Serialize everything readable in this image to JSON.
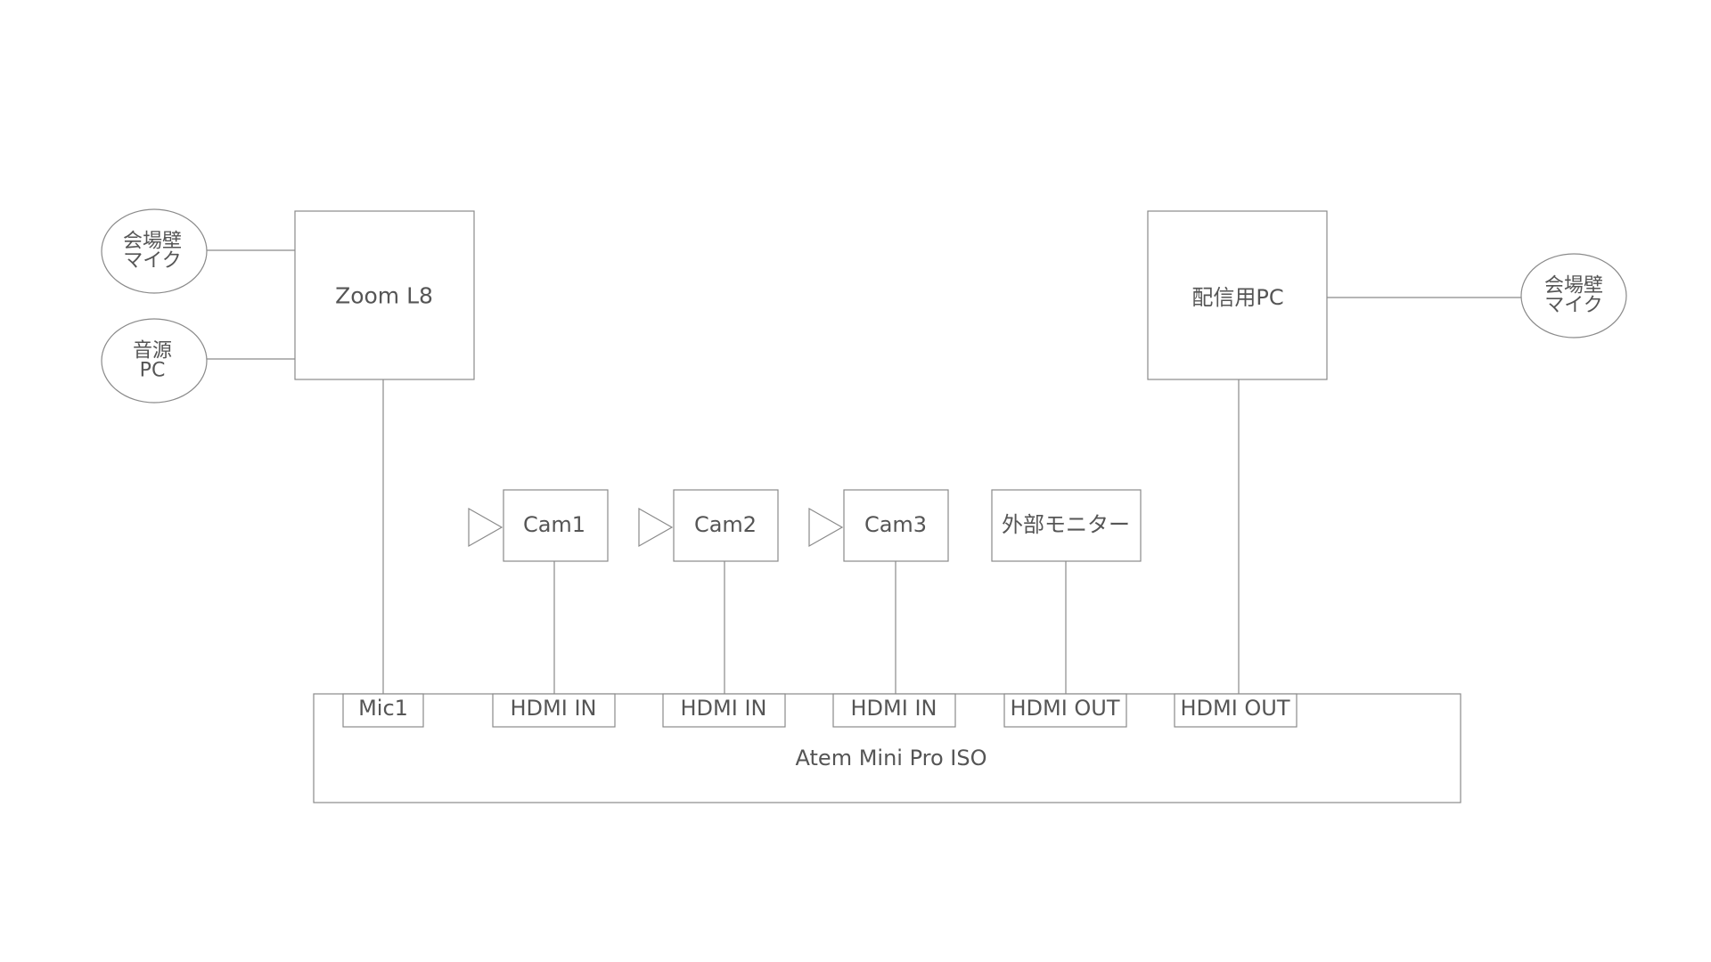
{
  "devices": {
    "mic_left": {
      "line1": "会場壁",
      "line2": "マイク"
    },
    "audio_pc": {
      "line1": "音源",
      "line2": "PC"
    },
    "zoom": "Zoom L8",
    "stream_pc": "配信用PC",
    "mic_right": {
      "line1": "会場壁",
      "line2": "マイク"
    },
    "cam1": "Cam1",
    "cam2": "Cam2",
    "cam3": "Cam3",
    "monitor": "外部モニター",
    "atem": "Atem Mini Pro ISO"
  },
  "ports": {
    "mic1": "Mic1",
    "hdmi_in_1": "HDMI IN",
    "hdmi_in_2": "HDMI IN",
    "hdmi_in_3": "HDMI IN",
    "hdmi_out_1": "HDMI OUT",
    "hdmi_out_2": "HDMI OUT"
  }
}
